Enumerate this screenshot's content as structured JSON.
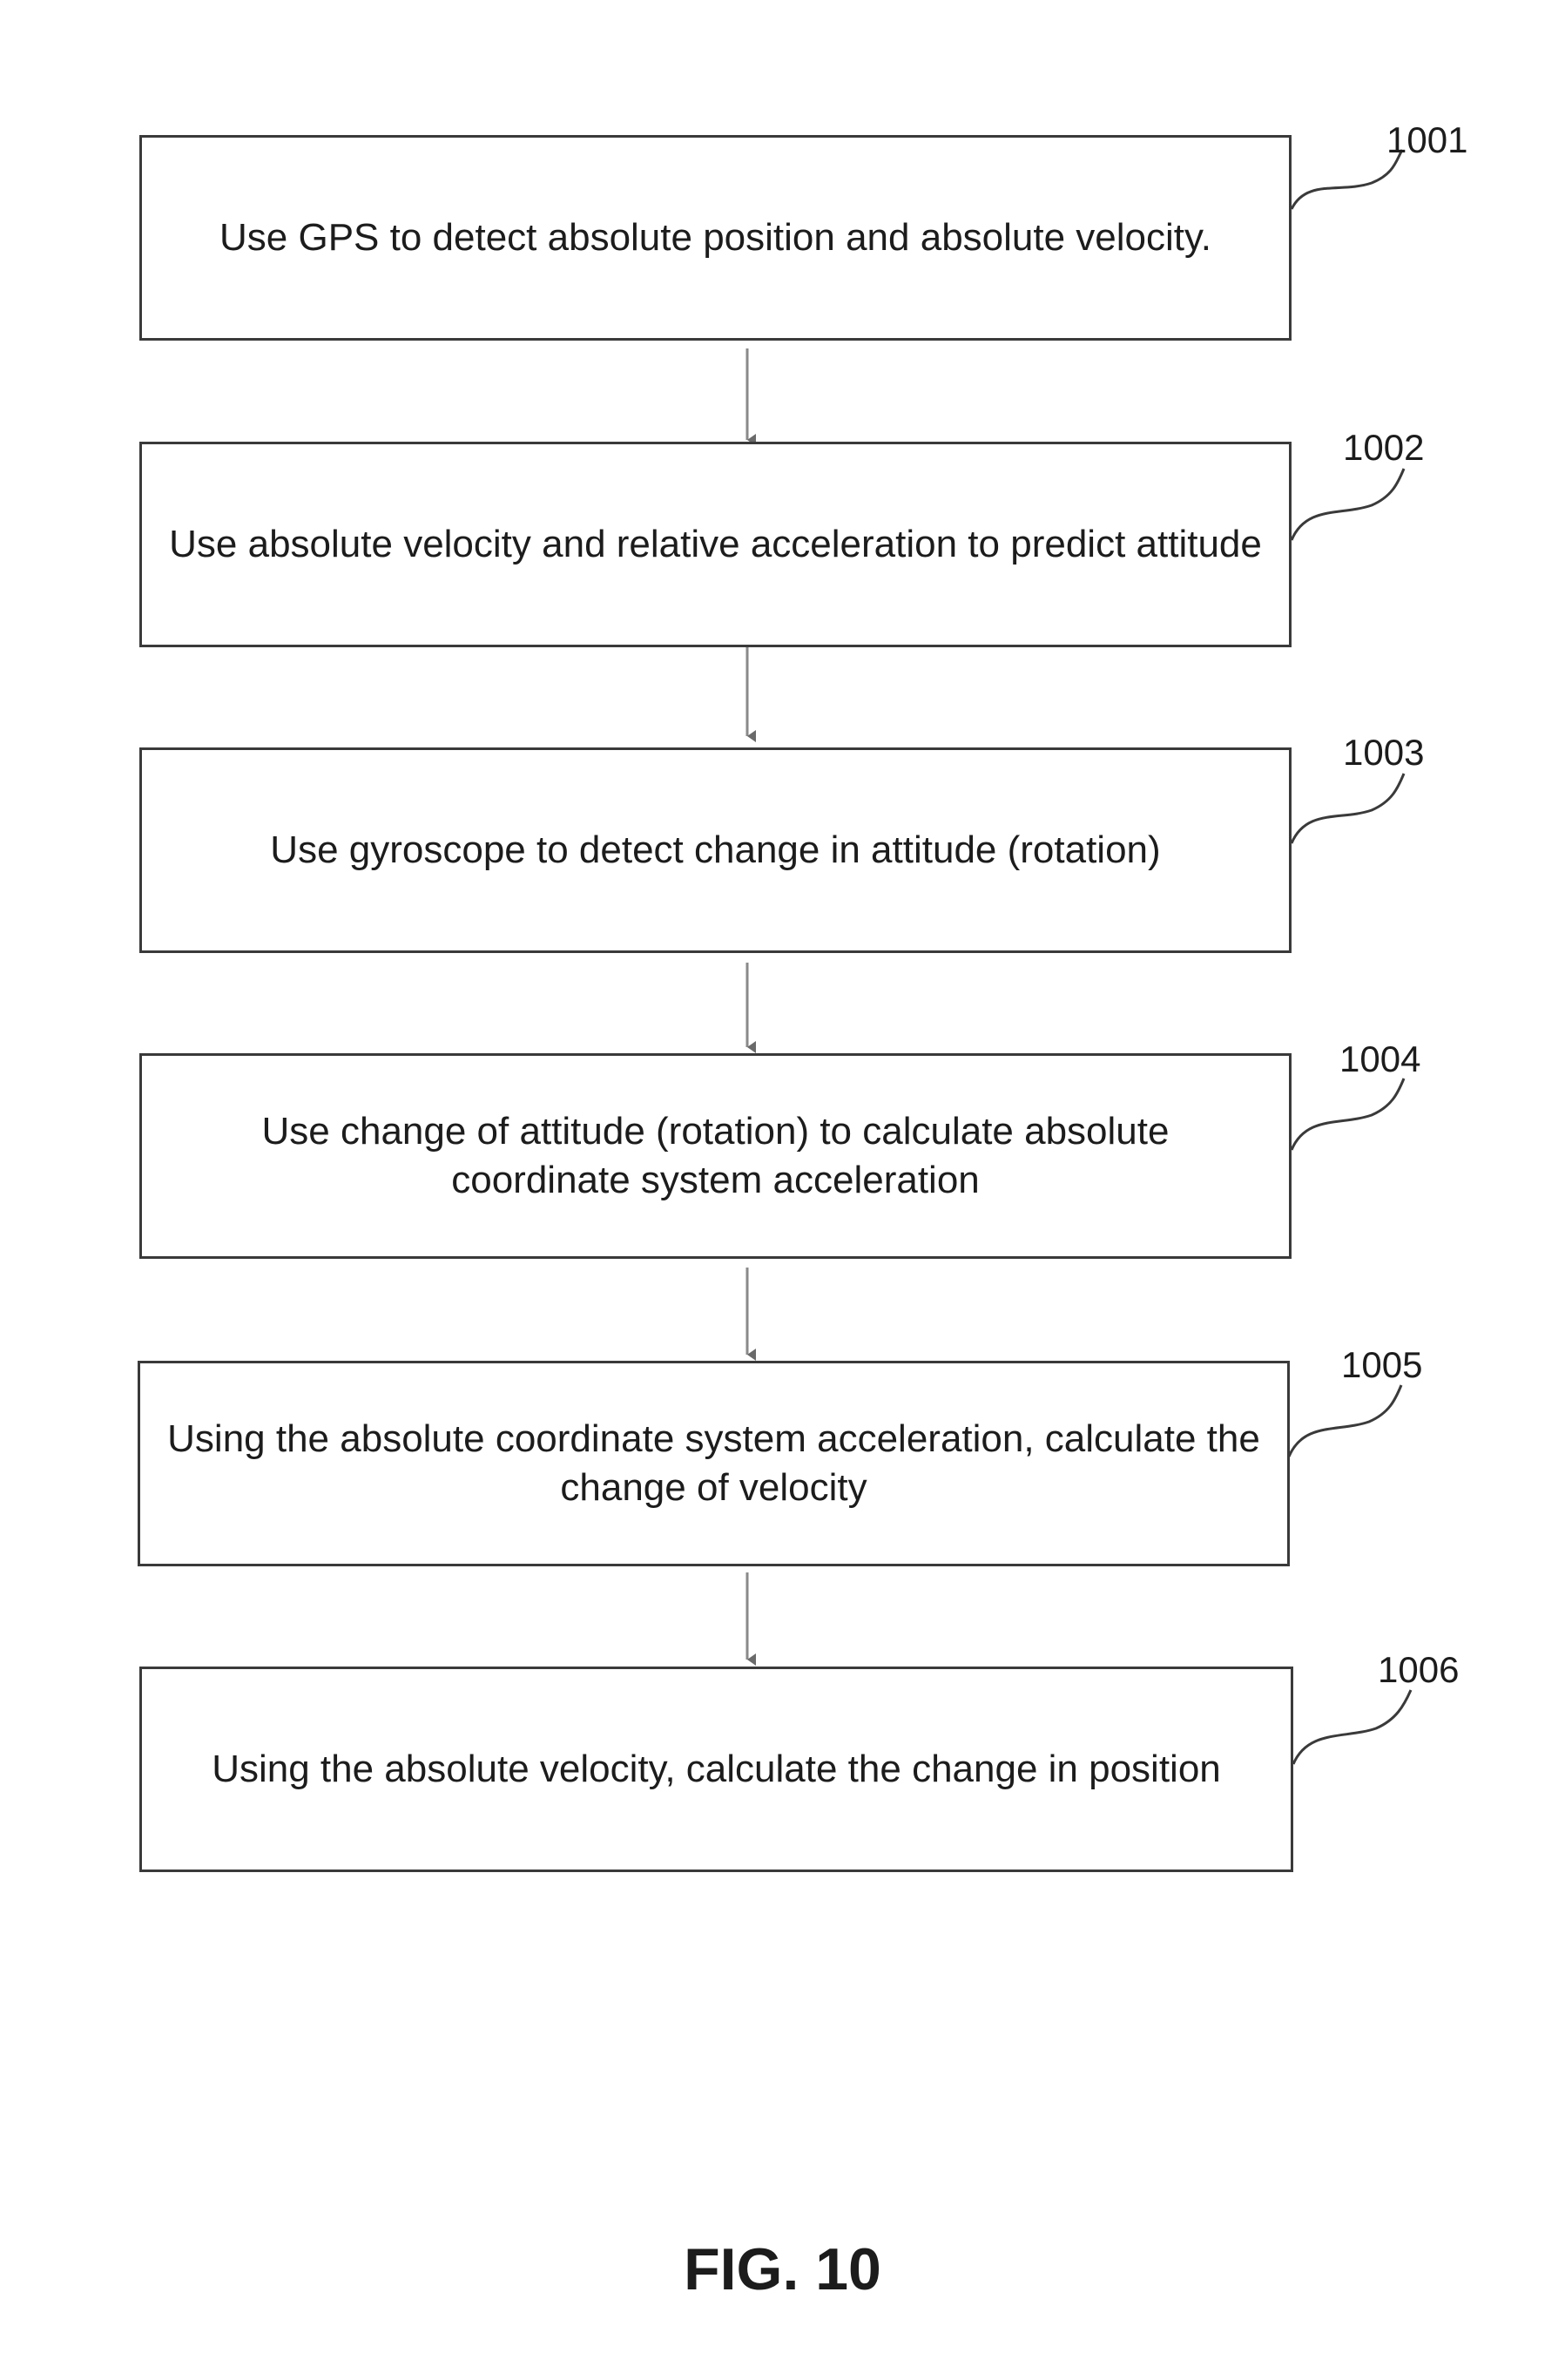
{
  "steps": [
    {
      "id": "1001",
      "text": "Use GPS to detect absolute position and absolute velocity."
    },
    {
      "id": "1002",
      "text": "Use absolute velocity and relative acceleration to predict attitude"
    },
    {
      "id": "1003",
      "text": "Use gyroscope to detect change in attitude (rotation)"
    },
    {
      "id": "1004",
      "text": "Use change of attitude (rotation) to calculate absolute coordinate system acceleration"
    },
    {
      "id": "1005",
      "text": "Using the absolute coordinate system acceleration, calculate the change of velocity"
    },
    {
      "id": "1006",
      "text": "Using the absolute velocity, calculate the change in position"
    }
  ],
  "figure_caption": "FIG. 10",
  "colors": {
    "line": "#3a3a3a",
    "arrow": "#8a8a8a",
    "text": "#1c1c1c"
  }
}
